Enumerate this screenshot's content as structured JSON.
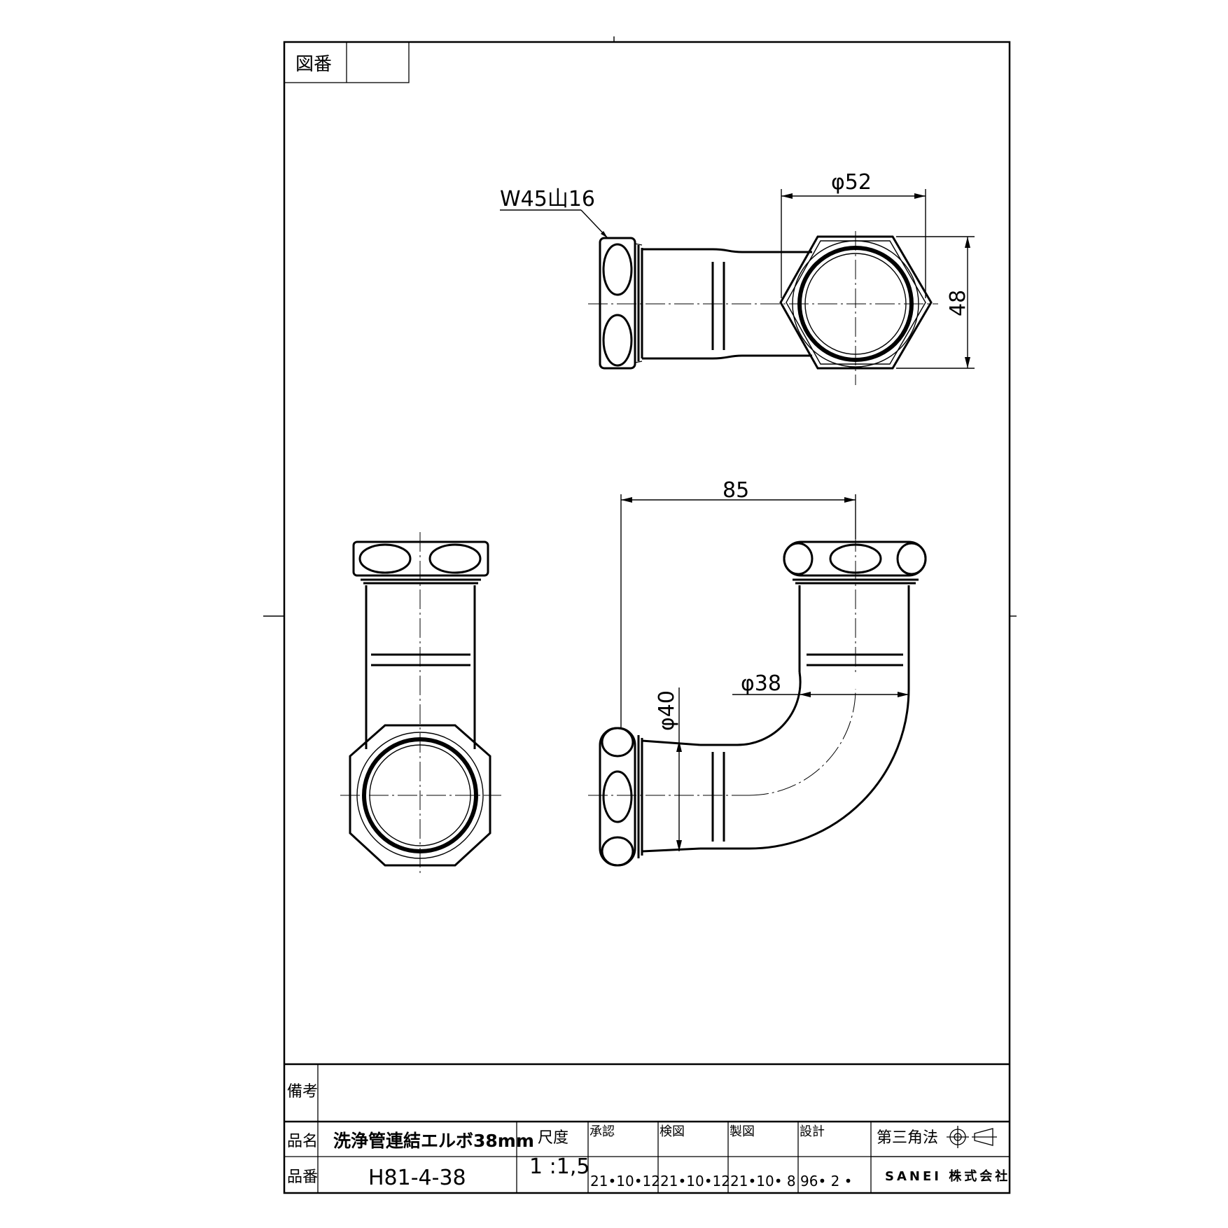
{
  "drawing_number": {
    "label": "図番",
    "value": ""
  },
  "dimensions": {
    "thread": "W45山16",
    "hex_across": "φ52",
    "hex_flat": "48",
    "length": "85",
    "pipe_inner": "φ38",
    "pipe_outer": "φ40"
  },
  "title_block": {
    "remarks_label": "備考",
    "remarks_value": "",
    "name_label": "品名",
    "name_value": "洗浄管連結エルボ38mm",
    "number_label": "品番",
    "number_value": "H81-4-38",
    "scale_label": "尺度",
    "scale_value": "1 :1,5",
    "approve_label": "承認",
    "approve_date": "21•10•12",
    "check_label": "検図",
    "check_date": "21•10•12",
    "draw_label": "製図",
    "draw_date": "21•10• 8",
    "design_label": "設計",
    "design_date": "96• 2 •",
    "projection": "第三角法",
    "company": "SANEI 株式会社"
  }
}
